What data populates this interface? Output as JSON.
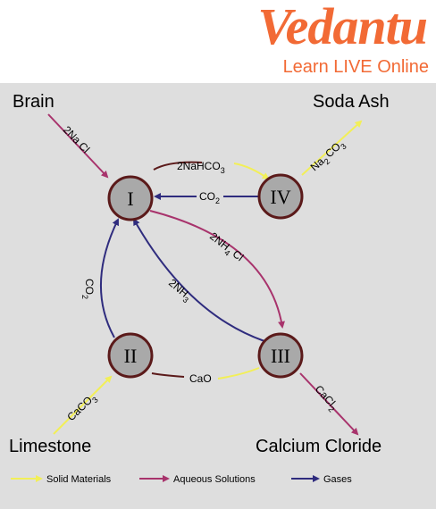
{
  "logo": {
    "brand": "Vedantu",
    "tagline": "Learn LIVE Online"
  },
  "colors": {
    "solid": "#f2ef58",
    "aqueous": "#a8336c",
    "gas": "#2f2c7e",
    "node_fill": "#a9a9a9",
    "node_stroke": "#5b1a1a",
    "brand": "#f26a35"
  },
  "corners": {
    "top_left": "Brain",
    "top_right": "Soda Ash",
    "bottom_left": "Limestone",
    "bottom_right": "Calcium Cloride"
  },
  "nodes": {
    "n1": "I",
    "n2": "II",
    "n3": "III",
    "n4": "IV"
  },
  "edges": {
    "brain_in": {
      "coef": "2Na",
      "formula": "Cl"
    },
    "i_to_iv": {
      "text": "2NaHCO",
      "sub": "3"
    },
    "iv_to_i": {
      "text": "CO",
      "sub": "2"
    },
    "iv_out": {
      "text": "Na",
      "sub1": "2",
      "text2": "CO",
      "sub2": "3"
    },
    "i_to_iii": {
      "text": "2NH",
      "sub": "4",
      "text2": " Cl"
    },
    "iii_to_i": {
      "text": "2NH",
      "sub": "3"
    },
    "ii_to_i": {
      "text": "CO",
      "sub": "2"
    },
    "iii_to_ii": {
      "text": "CaO"
    },
    "limestone_in": {
      "text": "CaCO",
      "sub": "3"
    },
    "iii_out": {
      "text": "CaCl",
      "sub": "2"
    }
  },
  "legend": {
    "solid": "Solid Materials",
    "aqueous": "Aqueous Solutions",
    "gas": "Gases"
  }
}
